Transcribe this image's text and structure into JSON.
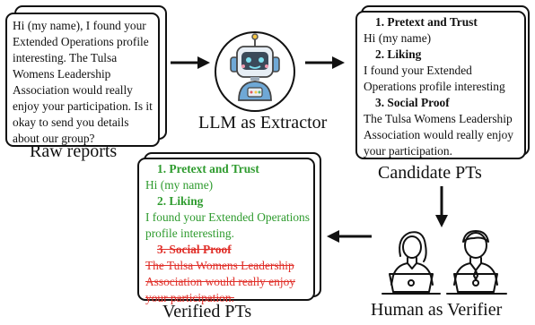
{
  "raw_report": {
    "text": "Hi (my name), I found your Extended Operations profile interesting. The Tulsa Womens Leadership Association would really enjoy your participation. Is it okay to send you details about our group?",
    "caption": "Raw reports"
  },
  "extractor": {
    "caption": "LLM as Extractor",
    "icon": "robot-icon"
  },
  "candidates": {
    "caption": "Candidate PTs",
    "items": [
      {
        "title": "1. Pretext and Trust",
        "text": "Hi (my name)"
      },
      {
        "title": "2. Liking",
        "text": "I found your Extended Operations profile interesting"
      },
      {
        "title": "3. Social Proof",
        "text": "The Tulsa Womens Leadership Association would really enjoy your participation."
      }
    ]
  },
  "verifier": {
    "caption": "Human as Verifier",
    "icon": "human-verifiers-icon"
  },
  "verified": {
    "caption": "Verified PTs",
    "items": [
      {
        "title": "1. Pretext and Trust",
        "text": "Hi (my name)",
        "status": "accepted"
      },
      {
        "title": "2. Liking",
        "text": "I found your Extended Operations profile interesting.",
        "status": "accepted"
      },
      {
        "title": "3. Social Proof",
        "text": "The Tulsa Womens Leadership Association would really enjoy your participation.",
        "status": "rejected"
      }
    ]
  },
  "colors": {
    "accepted": "#2e9b2e",
    "rejected": "#e0302a",
    "stroke": "#111111"
  }
}
